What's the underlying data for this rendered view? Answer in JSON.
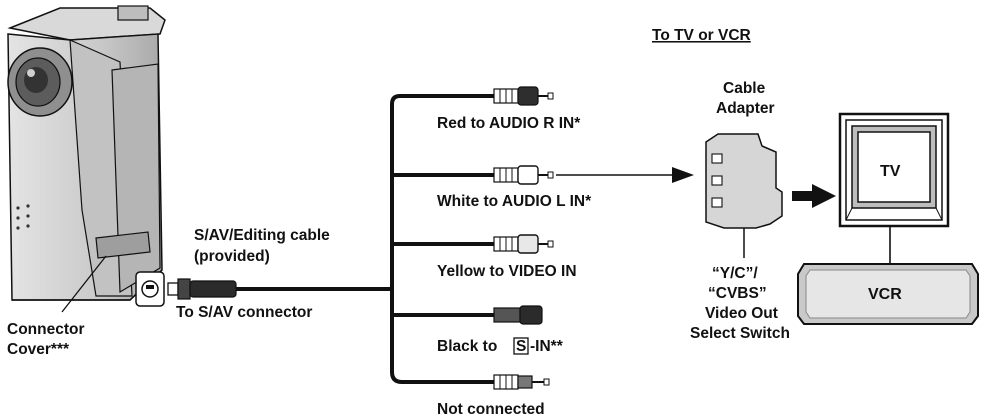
{
  "header": {
    "destination": "To TV or VCR"
  },
  "camera": {
    "connector_cover_label_line1": "Connector",
    "connector_cover_label_line2": "Cover***",
    "connector_label": "To S/AV connector"
  },
  "cable": {
    "name_line1": "S/AV/Editing cable",
    "name_line2": "(provided)"
  },
  "plugs": [
    {
      "label": "Red to AUDIO R IN*",
      "plug": "red-rca-plug-icon"
    },
    {
      "label": "White to AUDIO L IN*",
      "plug": "white-rca-plug-icon"
    },
    {
      "label": "Yellow to VIDEO IN",
      "plug": "yellow-rca-plug-icon"
    },
    {
      "label_prefix": "Black to ",
      "label_s": "S",
      "label_suffix": "-IN**",
      "plug": "s-video-plug-icon"
    },
    {
      "label": "Not connected",
      "plug": "mini-plug-icon"
    }
  ],
  "adapter": {
    "title_line1": "Cable",
    "title_line2": "Adapter",
    "switch_line1": "“Y/C”/",
    "switch_line2": "“CVBS”",
    "switch_line3": "Video Out",
    "switch_line4": "Select Switch"
  },
  "tv": {
    "label": "TV"
  },
  "vcr": {
    "label": "VCR"
  },
  "colors": {
    "line": "#111111",
    "device_fill": "#cfcfcf",
    "device_dark": "#8a8a8a",
    "background": "#ffffff"
  }
}
